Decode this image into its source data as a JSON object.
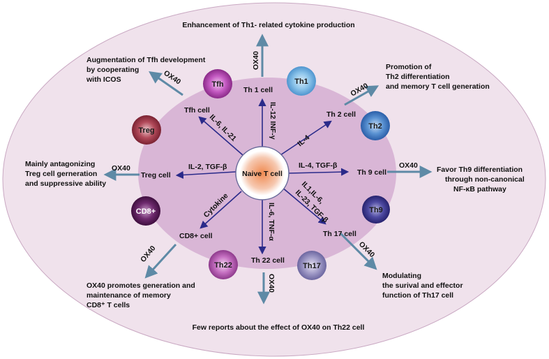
{
  "center": {
    "label": "Naive T cell"
  },
  "targets": [
    {
      "id": "th1",
      "label": "Th 1 cell",
      "cytokine": "IL-12 INF-γ"
    },
    {
      "id": "th2",
      "label": "Th 2 cell",
      "cytokine": "IL-4"
    },
    {
      "id": "th9",
      "label": "Th 9 cell",
      "cytokine": "IL-4, TGF-β"
    },
    {
      "id": "th17",
      "label": "Th 17 cell",
      "cytokine_line1": "IL1,IL-6,",
      "cytokine_line2": "IL-23, TGF-β"
    },
    {
      "id": "th22",
      "label": "Th 22 cell",
      "cytokine": "IL-6, TNF-α"
    },
    {
      "id": "cd8",
      "label": "CD8+ cell",
      "cytokine": "Cytokine"
    },
    {
      "id": "treg",
      "label": "Treg cell",
      "cytokine": "IL-2, TGF-β"
    },
    {
      "id": "tfh",
      "label": "Tfh cell",
      "cytokine": "IL-6, IL-21"
    }
  ],
  "cells": [
    {
      "label": "Th1",
      "color": "#6aaee0"
    },
    {
      "label": "Th2",
      "color": "#3a78c0"
    },
    {
      "label": "Th9",
      "color": "#3a3890"
    },
    {
      "label": "Th17",
      "color": "#8c86b8"
    },
    {
      "label": "Th22",
      "color": "#b85ab4"
    },
    {
      "label": "CD8+",
      "color": "#5a1a5a"
    },
    {
      "label": "Treg",
      "color": "#9a3444"
    },
    {
      "label": "Tfh",
      "color": "#b040b0"
    }
  ],
  "ox40_label": "OX40",
  "effects": {
    "th1": "Enhancement of Th1- related cytokine production",
    "th2": [
      "Promotion of",
      "Th2 differentiation",
      " and  memory T cell generation"
    ],
    "th9": [
      "Favor Th9 differentiation",
      "through  non-canonical",
      "NF-κB pathway"
    ],
    "th17": [
      "Modulating",
      "the surival and effector",
      "function of Th17 cell"
    ],
    "th22": "Few reports about the effect of OX40 on Th22 cell",
    "cd8": [
      "OX40 promotes generation and",
      "maintenance of memory",
      " CD8⁺ T cells"
    ],
    "treg": [
      "Mainly  antagonizing",
      "Treg cell gerneration",
      "and suppressive ability"
    ],
    "tfh": [
      "Augmentation of Tfh development",
      "by cooperating",
      "with ICOS"
    ]
  },
  "colors": {
    "outer_ellipse": "#f0e2ec",
    "inner_ellipse": "#d9b6d6",
    "arrow_inner": "#2a2a8a",
    "arrow_outer": "#5e8aa6",
    "center_core": "#e0703a"
  }
}
